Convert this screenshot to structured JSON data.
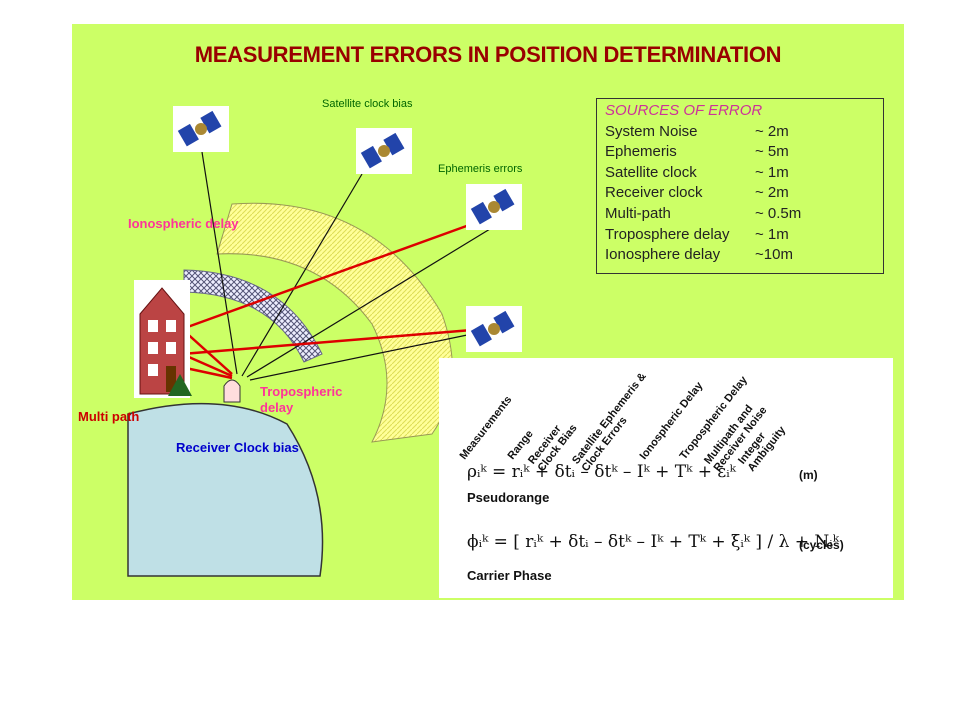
{
  "title": "MEASUREMENT ERRORS IN POSITION DETERMINATION",
  "labels": {
    "satellite_clock_bias": "Satellite clock bias",
    "ephemeris_errors": "Ephemeris errors",
    "ionospheric_delay": "Ionospheric delay",
    "tropospheric_delay": "Tropospheric\ndelay",
    "multi_path": "Multi path",
    "receiver_clock_bias": "Receiver Clock bias"
  },
  "error_sources": {
    "heading": "SOURCES OF ERROR",
    "rows": [
      {
        "name": "System Noise",
        "value": "~ 2m"
      },
      {
        "name": "Ephemeris",
        "value": "~ 5m"
      },
      {
        "name": "Satellite clock",
        "value": "~ 1m"
      },
      {
        "name": "Receiver clock",
        "value": "~ 2m"
      },
      {
        "name": "Multi-path",
        "value": "~ 0.5m"
      },
      {
        "name": "Troposphere delay",
        "value": "~ 1m"
      },
      {
        "name": "Ionosphere delay",
        "value": "~10m"
      }
    ]
  },
  "equations": {
    "columns": [
      "Measurements",
      "Range",
      "Receiver\nClock Bias",
      "Satellite Ephemeris &\nClock Errors",
      "Ionospheric Delay",
      "Tropospheric Delay",
      "Multipath and\nReceiver Noise",
      "Integer\nAmbiguity"
    ],
    "pseudorange": "ρᵢᵏ  =  rᵢᵏ  +  δtᵢ  –  δtᵏ  –  Iᵏ  +  Tᵏ  +  εᵢᵏ",
    "pseudorange_unit": "(m)",
    "pseudorange_label": "Pseudorange",
    "carrier": "ϕᵢᵏ  =  [ rᵢᵏ  +  δtᵢ  –  δtᵏ  –  Iᵏ  +  Tᵏ  +  ξᵢᵏ ] / λ  +  Nᵢᵏ",
    "carrier_unit": "(cycles)",
    "carrier_label": "Carrier Phase"
  }
}
